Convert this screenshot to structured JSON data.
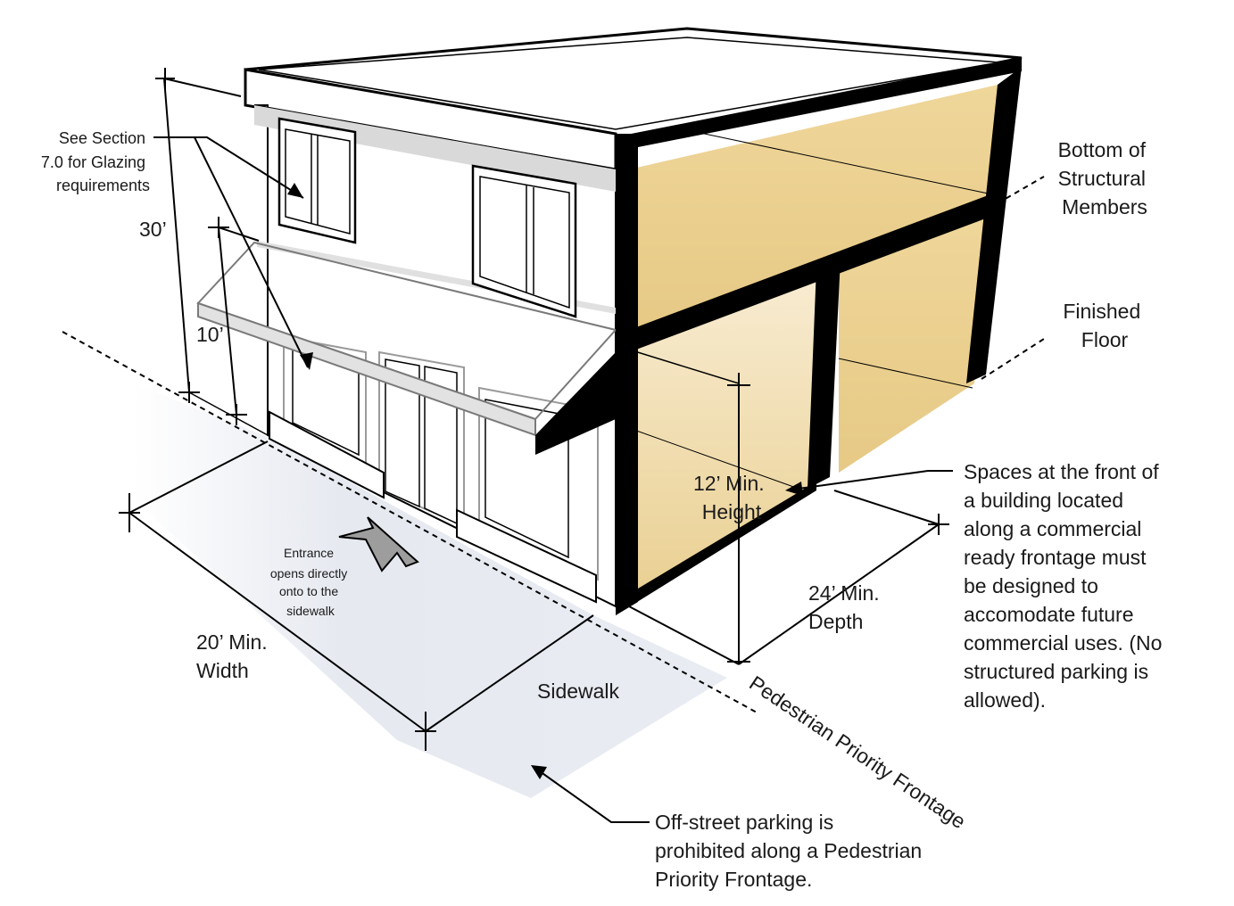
{
  "labels": {
    "glazing": [
      "See Section",
      "7.0 for Glazing",
      "requirements"
    ],
    "height_30": "30’",
    "height_10": "10’",
    "bottom_structural": [
      "Bottom of",
      "Structural",
      "Members"
    ],
    "finished_floor": [
      "Finished",
      "Floor"
    ],
    "min_height": [
      "12’ Min.",
      "Height"
    ],
    "min_depth": [
      "24’ Min.",
      "Depth"
    ],
    "min_width": [
      "20’ Min.",
      "Width"
    ],
    "entrance": [
      "Entrance",
      "opens directly",
      "onto to the",
      "sidewalk"
    ],
    "sidewalk": "Sidewalk",
    "frontage": "Pedestrian Priority Frontage",
    "commercial_note": [
      "Spaces at the front of",
      "a building located",
      "along a commercial",
      "ready frontage must",
      "be designed to",
      "accomodate future",
      "commercial uses. (No",
      "structured parking is",
      "allowed)."
    ],
    "parking_note": [
      "Off-street parking is",
      "prohibited along a Pedestrian",
      "Priority Frontage."
    ]
  },
  "colors": {
    "interior_fill": "#e8cd8c",
    "interior_fill_light": "#f1ddb0",
    "sidewalk_fill": "#e4e7ee",
    "structure": "#000000",
    "wall": "#ffffff",
    "shadow": "#d9d9d9",
    "arrow_fill": "#9d9d9d"
  }
}
